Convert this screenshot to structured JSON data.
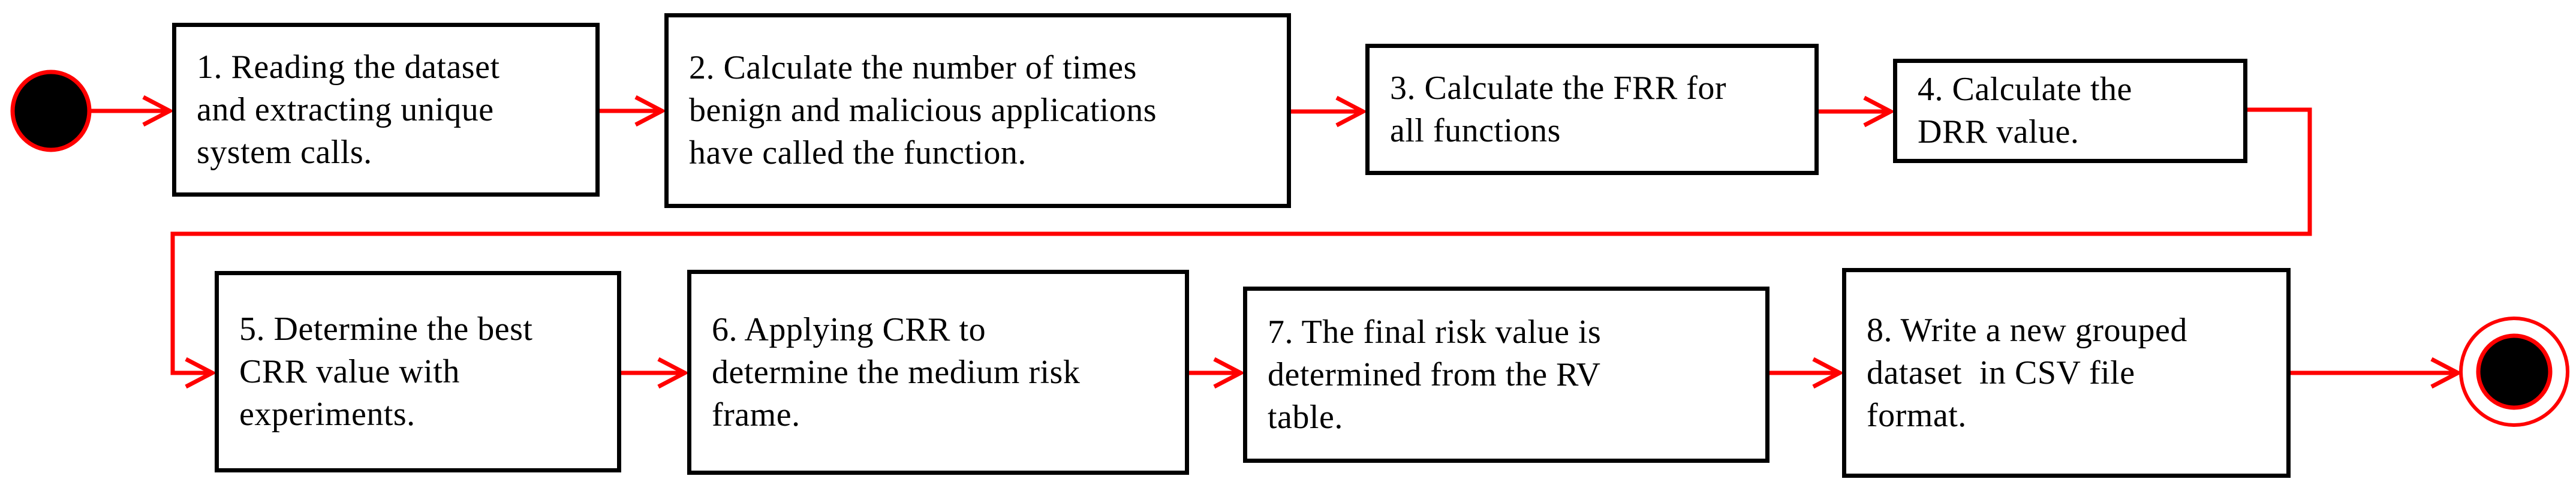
{
  "diagram": {
    "type": "flowchart",
    "colors": {
      "connector": "#ff0000",
      "box_border": "#000000",
      "box_fill": "#ffffff",
      "terminal_fill": "#000000",
      "background": "#ffffff"
    },
    "start_node": {
      "shape": "filled-circle-red-outline",
      "meaning": "start"
    },
    "end_node": {
      "shape": "double-circle-red-outline",
      "meaning": "end"
    },
    "steps": [
      {
        "id": "1",
        "text": "1. Reading the dataset and extracting unique system calls.",
        "lines": [
          "1. Reading the dataset",
          "and extracting unique",
          "system calls."
        ]
      },
      {
        "id": "2",
        "text": "2. Calculate the number of times benign and malicious applications have called the function.",
        "lines": [
          "2. Calculate the number of times",
          "benign and malicious applications",
          "have called the function."
        ]
      },
      {
        "id": "3",
        "text": "3. Calculate the FRR for all functions",
        "lines": [
          "3. Calculate the FRR for",
          "all functions"
        ]
      },
      {
        "id": "4",
        "text": "4. Calculate the DRR value.",
        "lines": [
          "4. Calculate the",
          "DRR value."
        ]
      },
      {
        "id": "5",
        "text": "5. Determine the best CRR value with experiments.",
        "lines": [
          "5. Determine the best",
          "CRR value with",
          "experiments."
        ]
      },
      {
        "id": "6",
        "text": "6. Applying CRR to determine the medium risk frame.",
        "lines": [
          "6. Applying CRR to",
          "determine the medium risk",
          "frame."
        ]
      },
      {
        "id": "7",
        "text": "7. The final risk value is determined from the RV table.",
        "lines": [
          "7. The final risk value is",
          "determined from the RV",
          "table."
        ]
      },
      {
        "id": "8",
        "text": "8. Write a new grouped dataset  in CSV file format.",
        "lines": [
          "8. Write a new grouped",
          "dataset  in CSV file",
          "format."
        ]
      }
    ],
    "flow": [
      "start",
      "1",
      "2",
      "3",
      "4",
      "5",
      "6",
      "7",
      "8",
      "end"
    ]
  }
}
